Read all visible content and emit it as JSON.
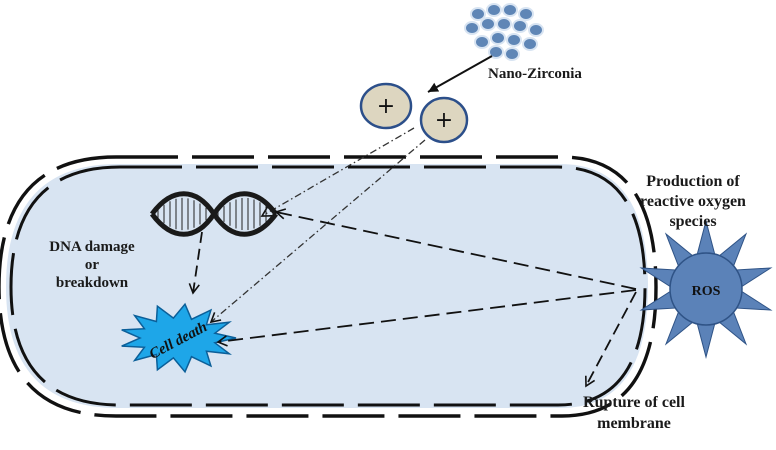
{
  "labels": {
    "nano_zirconia": "Nano-Zirconia",
    "ros_production_line1": "Production of",
    "ros_production_line2": "reactive oxygen",
    "ros_production_line3": "species",
    "dna_damage_line1": "DNA damage",
    "dna_damage_line2": "or",
    "dna_damage_line3": "breakdown",
    "rupture_line1": "Rupture of cell",
    "rupture_line2": "membrane",
    "ros": "ROS",
    "cell_death": "Cell death",
    "plus": "+"
  },
  "colors": {
    "cell_fill": "#d8e4f2",
    "membrane": "#111111",
    "ros_star": "#5b82b8",
    "burst": "#1ea6e8",
    "particle_fill": "#ddd6c0",
    "particle_stroke": "#2c4f8a",
    "nano_dot": "#5f86b6"
  },
  "icons": [
    "nanoparticle-cluster-icon",
    "dna-helix-icon",
    "cell-death-burst-icon",
    "ros-star-icon"
  ]
}
